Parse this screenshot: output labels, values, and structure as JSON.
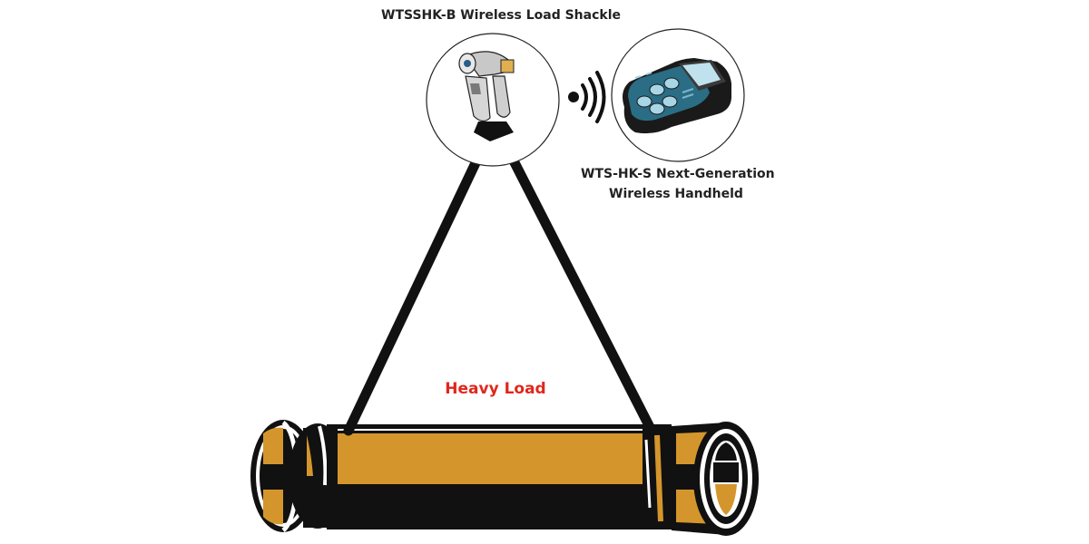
{
  "labels": {
    "shackle": "WTSSHK-B Wireless Load Shackle",
    "handheld_line1": "WTS-HK-S Next-Generation",
    "handheld_line2": "Wireless Handheld",
    "load": "Heavy Load"
  },
  "colors": {
    "pipe_body": "#d4962c",
    "outline": "#111111",
    "load_text": "#e1261c",
    "label_text": "#222222",
    "handheld_screen": "#2a6d84",
    "handheld_buttons": "#a9d6e6",
    "shackle_metal": "#c8c8c8",
    "shackle_accent": "#e0b050"
  },
  "icons": {
    "shackle": "shackle-icon",
    "handheld": "handheld-icon",
    "wireless": "wireless-signal-icon"
  }
}
